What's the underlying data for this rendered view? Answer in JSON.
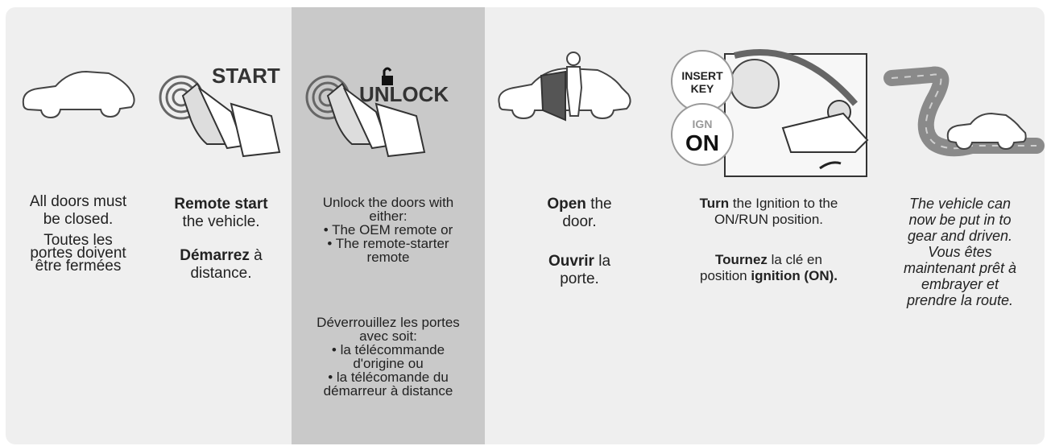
{
  "colors": {
    "panel": "#efefef",
    "highlight": "#c9c9c9",
    "text": "#222222",
    "road": "#8a8a8a"
  },
  "steps": [
    {
      "id": "doors",
      "icon": "car-icon",
      "en": [
        "All doors must",
        "be closed."
      ],
      "fr": [
        "Toutes les",
        "portes doivent",
        "être fermées"
      ]
    },
    {
      "id": "remote",
      "icon": "remote-start-icon",
      "label": "START",
      "en": {
        "bold": "Remote start",
        "rest": "the vehicle."
      },
      "fr": {
        "bold": "Démarrez",
        "rest": " à",
        "line2": "distance."
      }
    },
    {
      "id": "unlock",
      "icon": "remote-unlock-icon",
      "label": "UNLOCK",
      "en": [
        "Unlock the doors with",
        "either:",
        "• The OEM remote or",
        "• The remote-starter",
        "remote"
      ],
      "fr": [
        "Déverrouillez les portes",
        "avec soit:",
        "• la télécommande",
        "d'origine ou",
        "• la télécomande du",
        "démarreur à distance"
      ]
    },
    {
      "id": "open",
      "icon": "open-door-icon",
      "en": {
        "bold": "Open",
        "rest": " the",
        "line2": "door."
      },
      "fr": {
        "bold": "Ouvrir",
        "rest": " la",
        "line2": "porte."
      }
    },
    {
      "id": "ignition",
      "icon": "ignition-key-icon",
      "insert": "INSERT",
      "key": "KEY",
      "ign": "IGN",
      "on": "ON",
      "en": {
        "bold": "Turn",
        "rest": " the Ignition to the",
        "line2": "ON/RUN position."
      },
      "fr": {
        "bold": "Tournez",
        "rest": " la clé en",
        "line2a": "position ",
        "line2b": "ignition (ON)."
      }
    },
    {
      "id": "drive",
      "icon": "road-car-icon",
      "en": [
        "The vehicle can",
        "now be put in to",
        "gear and driven.",
        "Vous êtes",
        "maintenant prêt à",
        "embrayer et",
        "prendre la route."
      ]
    }
  ]
}
